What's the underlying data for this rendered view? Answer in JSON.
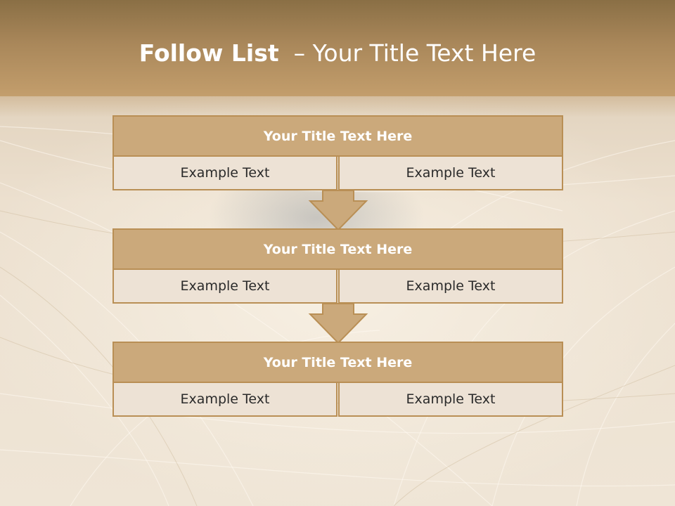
{
  "slide": {
    "title_bold": "Follow List",
    "title_rest": "  – Your Title Text Here"
  },
  "steps": [
    {
      "title": "Your Title Text Here",
      "left": "Example Text",
      "right": "Example Text"
    },
    {
      "title": "Your Title Text Here",
      "left": "Example Text",
      "right": "Example Text"
    },
    {
      "title": "Your Title Text Here",
      "left": "Example Text",
      "right": "Example Text"
    }
  ],
  "colors": {
    "header": "#a9875a",
    "box_title": "#cba97b",
    "box_border": "#b98f55",
    "box_cell": "#ede2d5"
  }
}
